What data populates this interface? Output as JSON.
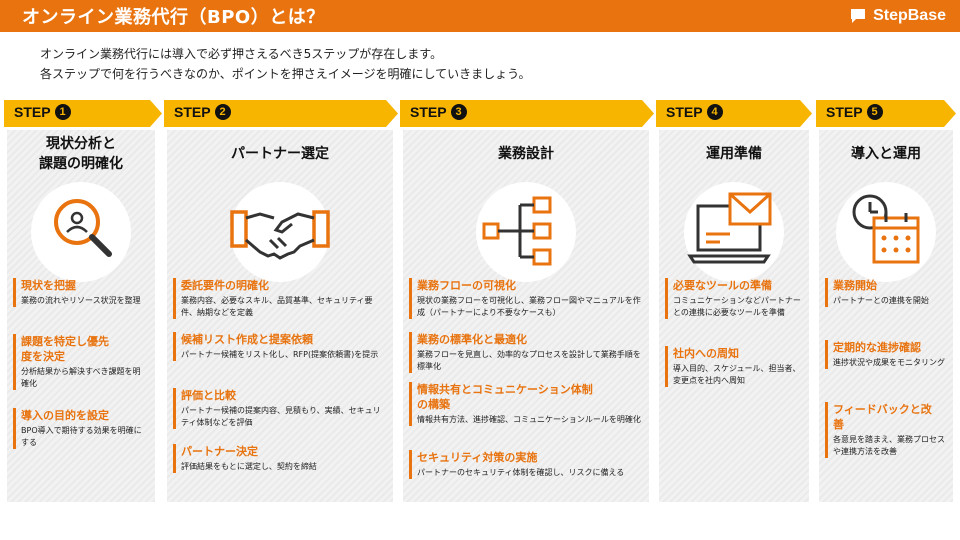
{
  "header": {
    "title": "オンライン業務代行（BPO）とは？",
    "brand": "StepBase"
  },
  "intro": {
    "line1": "オンライン業務代行には導入で必ず押さえるべき5ステップが存在します。",
    "line2": "各ステップで何を行うべきなのか、ポイントを押さえイメージを明確にしていきましょう。"
  },
  "colors": {
    "accent": "#e8730f",
    "tab": "#f7b500",
    "panel": "#f2f2f2"
  },
  "steps": [
    {
      "label": "STEP",
      "number": "1",
      "title_line1": "現状分析と",
      "title_line2": "課題の明確化",
      "icon": "magnifier-person-icon",
      "items": [
        {
          "title": "現状を把握",
          "desc": "業務の流れやリソース状況を整理"
        },
        {
          "title": "課題を特定し優先度を決定",
          "desc": "分析結果から解決すべき課題を明確化"
        },
        {
          "title": "導入の目的を設定",
          "desc": "BPO導入で期待する効果を明確にする"
        }
      ]
    },
    {
      "label": "STEP",
      "number": "2",
      "title_line1": "パートナー選定",
      "title_line2": "",
      "icon": "handshake-icon",
      "items": [
        {
          "title": "委託要件の明確化",
          "desc": "業務内容、必要なスキル、品質基準、セキュリティ要件、納期などを定義"
        },
        {
          "title": "候補リスト作成と提案依頼",
          "desc": "パートナー候補をリスト化し、RFP(提案依頼書)を提示"
        },
        {
          "title": "評価と比較",
          "desc": "パートナー候補の提案内容、見積もり、実績、セキュリティ体制などを評価"
        },
        {
          "title": "パートナー決定",
          "desc": "評価結果をもとに選定し、契約を締結"
        }
      ]
    },
    {
      "label": "STEP",
      "number": "3",
      "title_line1": "業務設計",
      "title_line2": "",
      "icon": "flowchart-icon",
      "items": [
        {
          "title": "業務フローの可視化",
          "desc": "現状の業務フローを可視化し、業務フロー図やマニュアルを作成（パートナーにより不要なケースも）"
        },
        {
          "title": "業務の標準化と最適化",
          "desc": "業務フローを見直し、効率的なプロセスを設計して業務手順を標準化"
        },
        {
          "title": "情報共有とコミュニケーション体制の構築",
          "desc": "情報共有方法、進捗確認、コミュニケーションルールを明確化"
        },
        {
          "title": "セキュリティ対策の実施",
          "desc": "パートナーのセキュリティ体制を確認し、リスクに備える"
        }
      ]
    },
    {
      "label": "STEP",
      "number": "4",
      "title_line1": "運用準備",
      "title_line2": "",
      "icon": "laptop-mail-icon",
      "items": [
        {
          "title": "必要なツールの準備",
          "desc": "コミュニケーションなどパートナーとの連携に必要なツールを準備"
        },
        {
          "title": "社内への周知",
          "desc": "導入目的、スケジュール、担当者、変更点を社内へ周知"
        }
      ]
    },
    {
      "label": "STEP",
      "number": "5",
      "title_line1": "導入と運用",
      "title_line2": "",
      "icon": "calendar-clock-icon",
      "items": [
        {
          "title": "業務開始",
          "desc": "パートナーとの連携を開始"
        },
        {
          "title": "定期的な進捗確認",
          "desc": "進捗状況や成果をモニタリング"
        },
        {
          "title": "フィードバックと改善",
          "desc": "各意見を踏まえ、業務プロセスや連携方法を改善"
        }
      ]
    }
  ]
}
